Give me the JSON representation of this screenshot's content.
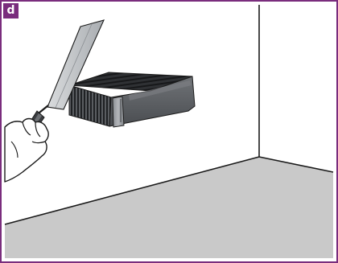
{
  "step_label": "d",
  "colors": {
    "frame": "#7a2d7d",
    "floor": "#c9c9c9",
    "line": "#1a1a1a",
    "device_body": "#5c5f64",
    "device_vent": "#2b2d30",
    "device_panel": "#9a9da2"
  },
  "icons": [
    "scraper-tool",
    "hand",
    "wall-mounted-device"
  ]
}
